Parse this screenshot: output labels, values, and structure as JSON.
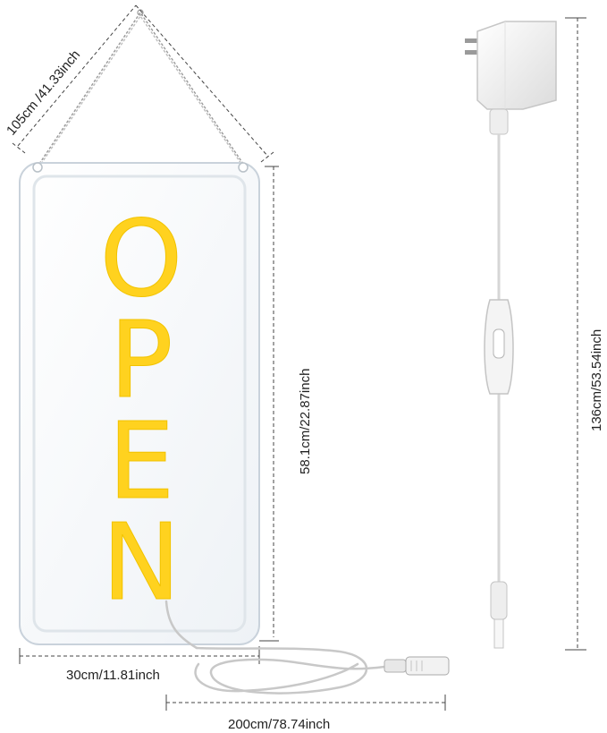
{
  "sign": {
    "letters": [
      "O",
      "P",
      "E",
      "N"
    ],
    "letter_color": "#ffd21f",
    "panel_color": "#f4f7fb"
  },
  "dimensions": {
    "chain_length": "105cm /41.33inch",
    "sign_height": "58.1cm/22.87inch",
    "sign_width": "30cm/11.81inch",
    "cable_length": "200cm/78.74inch",
    "adapter_cable_length": "136cm/53.54inch"
  }
}
